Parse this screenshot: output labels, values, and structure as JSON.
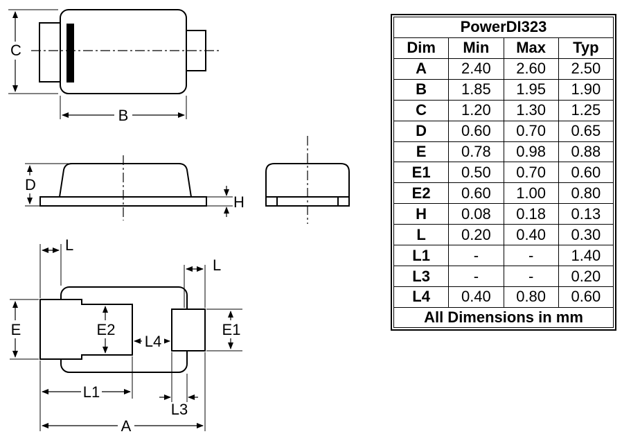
{
  "drawing": {
    "labels": {
      "top_c": "C",
      "top_b": "B",
      "side_d": "D",
      "side_h": "H",
      "bottom_l_left": "L",
      "bottom_l_right": "L",
      "bottom_e": "E",
      "bottom_e2": "E2",
      "bottom_l4": "L4",
      "bottom_e1": "E1",
      "bottom_l1": "L1",
      "bottom_l3": "L3",
      "bottom_a": "A"
    }
  },
  "table": {
    "title": "PowerDI323",
    "headers": [
      "Dim",
      "Min",
      "Max",
      "Typ"
    ],
    "rows": [
      [
        "A",
        "2.40",
        "2.60",
        "2.50"
      ],
      [
        "B",
        "1.85",
        "1.95",
        "1.90"
      ],
      [
        "C",
        "1.20",
        "1.30",
        "1.25"
      ],
      [
        "D",
        "0.60",
        "0.70",
        "0.65"
      ],
      [
        "E",
        "0.78",
        "0.98",
        "0.88"
      ],
      [
        "E1",
        "0.50",
        "0.70",
        "0.60"
      ],
      [
        "E2",
        "0.60",
        "1.00",
        "0.80"
      ],
      [
        "H",
        "0.08",
        "0.18",
        "0.13"
      ],
      [
        "L",
        "0.20",
        "0.40",
        "0.30"
      ],
      [
        "L1",
        "-",
        "-",
        "1.40"
      ],
      [
        "L3",
        "-",
        "-",
        "0.20"
      ],
      [
        "L4",
        "0.40",
        "0.80",
        "0.60"
      ]
    ],
    "footer": "All Dimensions in mm"
  }
}
